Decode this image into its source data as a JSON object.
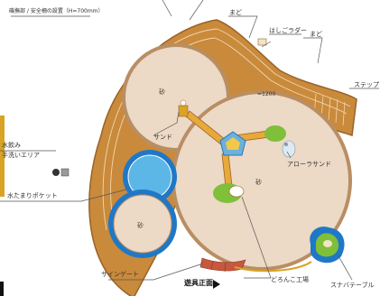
{
  "labels": {
    "top_note": "磯撫部 / 安全柵の設置（H=700mm）",
    "made_1": "まど",
    "made_2": "まど",
    "hashigo": "はしごラダー",
    "step": "ステップ",
    "sand_a": "砂",
    "sand_b": "砂",
    "sand_c": "砂",
    "sand_label": "サンド",
    "arora": "アローラサンド",
    "mizunomi_1": "水飲み",
    "mizunomi_2": "手洗いエリア",
    "mizutamari": "水たまりポケット",
    "saingate": "サインゲート",
    "yugu": "遊具正面",
    "dorokko": "どろんこ工場",
    "sunaba": "スナバテーブル",
    "dim": "=1200"
  },
  "colors": {
    "track": "#c98a3c",
    "track_dark": "#9a6226",
    "sand": "#ecd9c6",
    "sand_edge": "#b98e63",
    "water": "#5db7e6",
    "water_edge": "#1f78c7",
    "deck": "#e8a93b",
    "hub": "#6db0d8",
    "green": "#7fbf3a",
    "brick": "#c7583d",
    "left_tab": "#d9a325"
  },
  "icons": {
    "ladder": "ladder-icon",
    "tap": "water-tap-icon",
    "arrow": "front-arrow-icon"
  }
}
